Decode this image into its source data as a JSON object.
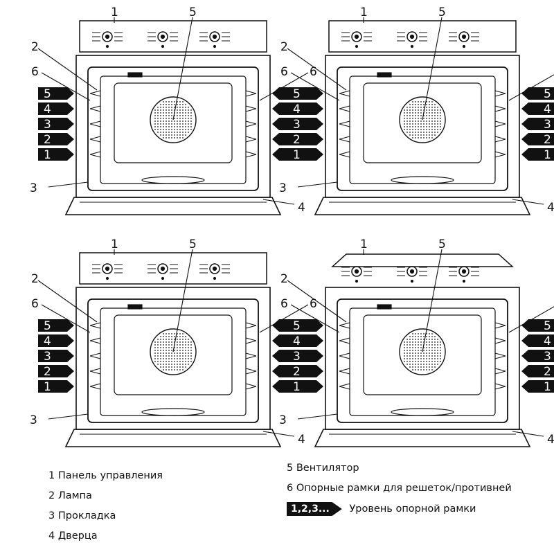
{
  "diagram": {
    "callouts": {
      "c1": "1",
      "c2": "2",
      "c3": "3",
      "c4": "4",
      "c5": "5",
      "c6": "6"
    },
    "levels": [
      "5",
      "4",
      "3",
      "2",
      "1"
    ]
  },
  "legend": {
    "items": [
      {
        "text": "1 Панель управления"
      },
      {
        "text": "2 Лампа"
      },
      {
        "text": "3 Прокладка"
      },
      {
        "text": "4 Дверца"
      },
      {
        "text": "5 Вентилятор"
      },
      {
        "text": "6 Опорные рамки для решеток/противней"
      }
    ],
    "badge": "1,2,3...",
    "badge_label": "Уровень опорной рамки"
  }
}
